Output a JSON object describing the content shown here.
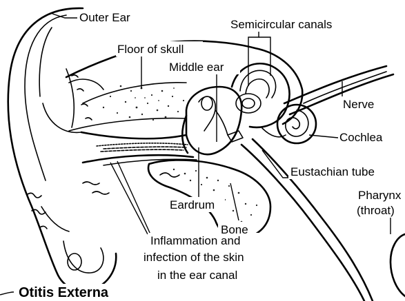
{
  "diagram": {
    "caption": "Otitis Externa",
    "labels": {
      "outer_ear": "Outer Ear",
      "floor_of_skull": "Floor of skull",
      "semicircular_canals": "Semicircular canals",
      "middle_ear": "Middle ear",
      "nerve": "Nerve",
      "cochlea": "Cochlea",
      "eustachian_tube": "Eustachian tube",
      "pharynx_line1": "Pharynx",
      "pharynx_line2": "(throat)",
      "eardrum": "Eardrum",
      "bone": "Bone",
      "inflammation_line1": "Inflammation and",
      "inflammation_line2": "infection of the skin",
      "inflammation_line3": "in the ear canal"
    }
  }
}
